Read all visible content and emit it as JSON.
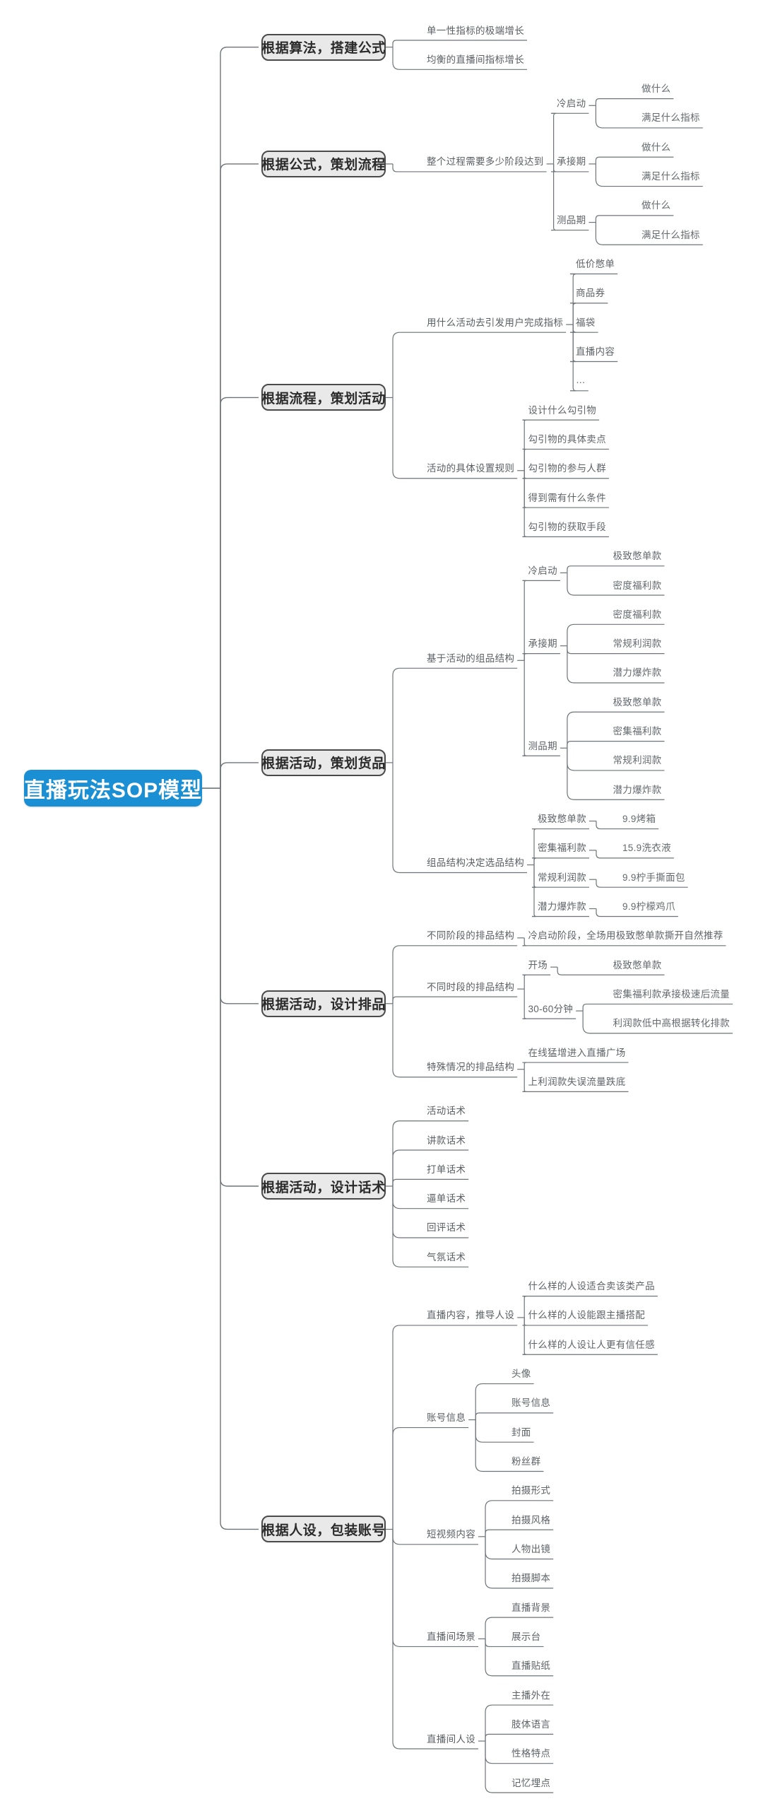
{
  "title": "直播玩法SOP模型",
  "theme": {
    "root_fill": "#1a8fd4",
    "root_text": "#ffffff",
    "topic_fill": "#e9e9e9",
    "topic_border": "#4a4a4a",
    "line_color": "#6e7479",
    "leaf_text": "#555a5e",
    "background": "#ffffff"
  },
  "root": {
    "label": "直播玩法SOP模型"
  },
  "branches": [
    {
      "label": "根据算法，搭建公式",
      "children": [
        {
          "label": "单一性指标的极端增长"
        },
        {
          "label": "均衡的直播间指标增长"
        }
      ]
    },
    {
      "label": "根据公式，策划流程",
      "children": [
        {
          "label": "整个过程需要多少阶段达到",
          "children": [
            {
              "label": "冷启动",
              "children": [
                {
                  "label": "做什么"
                },
                {
                  "label": "满足什么指标"
                }
              ]
            },
            {
              "label": "承接期",
              "children": [
                {
                  "label": "做什么"
                },
                {
                  "label": "满足什么指标"
                }
              ]
            },
            {
              "label": "测品期",
              "children": [
                {
                  "label": "做什么"
                },
                {
                  "label": "满足什么指标"
                }
              ]
            }
          ]
        }
      ]
    },
    {
      "label": "根据流程，策划活动",
      "children": [
        {
          "label": "用什么活动去引发用户完成指标",
          "children": [
            {
              "label": "低价憋单"
            },
            {
              "label": "商品券"
            },
            {
              "label": "福袋"
            },
            {
              "label": "直播内容"
            },
            {
              "label": "…"
            }
          ]
        },
        {
          "label": "活动的具体设置规则",
          "children": [
            {
              "label": "设计什么勾引物"
            },
            {
              "label": "勾引物的具体卖点"
            },
            {
              "label": "勾引物的参与人群"
            },
            {
              "label": "得到需有什么条件"
            },
            {
              "label": "勾引物的获取手段"
            }
          ]
        }
      ]
    },
    {
      "label": "根据活动，策划货品",
      "children": [
        {
          "label": "基于活动的组品结构",
          "children": [
            {
              "label": "冷启动",
              "children": [
                {
                  "label": "极致憋单款"
                },
                {
                  "label": "密度福利款"
                }
              ]
            },
            {
              "label": "承接期",
              "children": [
                {
                  "label": "密度福利款"
                },
                {
                  "label": "常规利润款"
                },
                {
                  "label": "潜力爆炸款"
                }
              ]
            },
            {
              "label": "测品期",
              "children": [
                {
                  "label": "极致憋单款"
                },
                {
                  "label": "密集福利款"
                },
                {
                  "label": "常规利润款"
                },
                {
                  "label": "潜力爆炸款"
                }
              ]
            }
          ]
        },
        {
          "label": "组品结构决定选品结构",
          "children": [
            {
              "label": "极致憋单款",
              "children": [
                {
                  "label": "9.9烤箱"
                }
              ]
            },
            {
              "label": "密集福利款",
              "children": [
                {
                  "label": "15.9洗衣液"
                }
              ]
            },
            {
              "label": "常规利润款",
              "children": [
                {
                  "label": "9.9柠手撕面包"
                }
              ]
            },
            {
              "label": "潜力爆炸款",
              "children": [
                {
                  "label": "9.9柠檬鸡爪"
                }
              ]
            }
          ]
        }
      ]
    },
    {
      "label": "根据活动，设计排品",
      "children": [
        {
          "label": "不同阶段的排品结构",
          "children": [
            {
              "label": "冷启动阶段，全场用极致憋单款撕开自然推荐"
            }
          ]
        },
        {
          "label": "不同时段的排品结构",
          "children": [
            {
              "label": "开场",
              "children": [
                {
                  "label": "极致憋单款"
                }
              ]
            },
            {
              "label": "30-60分钟",
              "children": [
                {
                  "label": "密集福利款承接极速后流量"
                },
                {
                  "label": "利润款低中高根据转化排款"
                }
              ]
            }
          ]
        },
        {
          "label": "特殊情况的排品结构",
          "children": [
            {
              "label": "在线猛增进入直播广场"
            },
            {
              "label": "上利润款失误流量跌底"
            }
          ]
        }
      ]
    },
    {
      "label": "根据活动，设计话术",
      "children": [
        {
          "label": "活动话术"
        },
        {
          "label": "讲款话术"
        },
        {
          "label": "打单话术"
        },
        {
          "label": "逼单话术"
        },
        {
          "label": "回评话术"
        },
        {
          "label": "气氛话术"
        }
      ]
    },
    {
      "label": "根据人设，包装账号",
      "children": [
        {
          "label": "直播内容，推导人设",
          "children": [
            {
              "label": "什么样的人设适合卖该类产品"
            },
            {
              "label": "什么样的人设能跟主播搭配"
            },
            {
              "label": "什么样的人设让人更有信任感"
            }
          ]
        },
        {
          "label": "账号信息",
          "children": [
            {
              "label": "头像"
            },
            {
              "label": "账号信息"
            },
            {
              "label": "封面"
            },
            {
              "label": "粉丝群"
            }
          ]
        },
        {
          "label": "短视频内容",
          "children": [
            {
              "label": "拍摄形式"
            },
            {
              "label": "拍摄风格"
            },
            {
              "label": "人物出镜"
            },
            {
              "label": "拍摄脚本"
            }
          ]
        },
        {
          "label": "直播间场景",
          "children": [
            {
              "label": "直播背景"
            },
            {
              "label": "展示台"
            },
            {
              "label": "直播贴纸"
            }
          ]
        },
        {
          "label": "直播间人设",
          "children": [
            {
              "label": "主播外在"
            },
            {
              "label": "肢体语言"
            },
            {
              "label": "性格特点"
            },
            {
              "label": "记忆埋点"
            }
          ]
        }
      ]
    }
  ]
}
